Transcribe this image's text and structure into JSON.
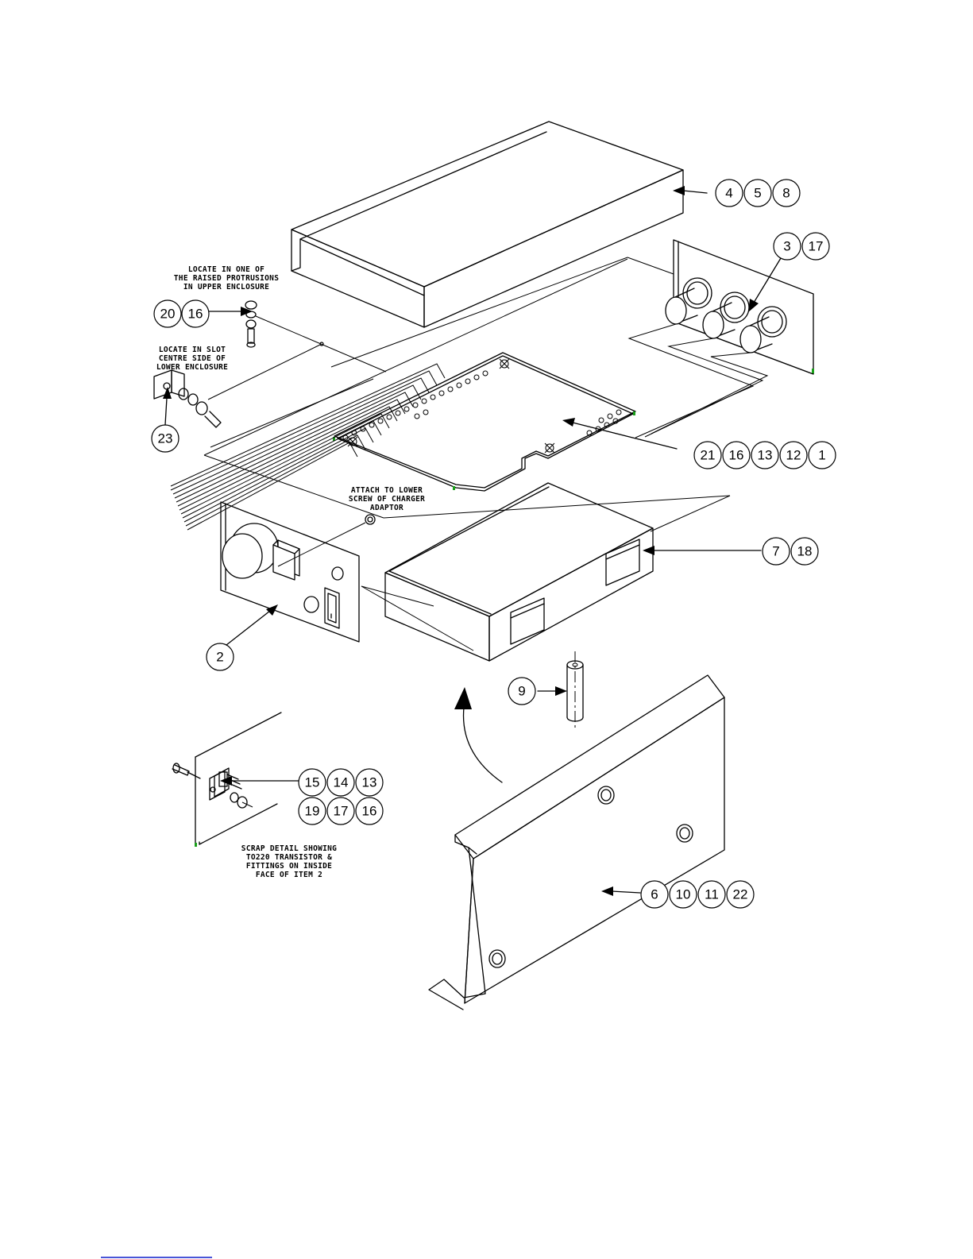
{
  "balloons": {
    "cover": [
      "4",
      "5",
      "8"
    ],
    "panel_rear": [
      "3",
      "17"
    ],
    "screw_upper": [
      "20",
      "16"
    ],
    "nut_slot": [
      "23"
    ],
    "pcb": [
      "21",
      "16",
      "13",
      "12",
      "1"
    ],
    "charger": [
      "7",
      "18"
    ],
    "front_panel": [
      "2"
    ],
    "spacer": [
      "9"
    ],
    "transistor_row1": [
      "15",
      "14",
      "13"
    ],
    "transistor_row2": [
      "19",
      "17",
      "16"
    ],
    "base": [
      "6",
      "10",
      "11",
      "22"
    ]
  },
  "notes": {
    "upper_enclosure": [
      "LOCATE IN ONE OF",
      "THE RAISED PROTRUSIONS",
      "IN UPPER ENCLOSURE"
    ],
    "lower_enclosure": [
      "LOCATE IN SLOT",
      "CENTRE SIDE OF",
      "LOWER ENCLOSURE"
    ],
    "charger_adaptor": [
      "ATTACH TO LOWER",
      "SCREW OF CHARGER",
      "ADAPTOR"
    ],
    "scrap_detail": [
      "SCRAP DETAIL SHOWING",
      "TO220 TRANSISTOR &",
      "FITTINGS ON INSIDE",
      "FACE OF ITEM 2"
    ]
  }
}
